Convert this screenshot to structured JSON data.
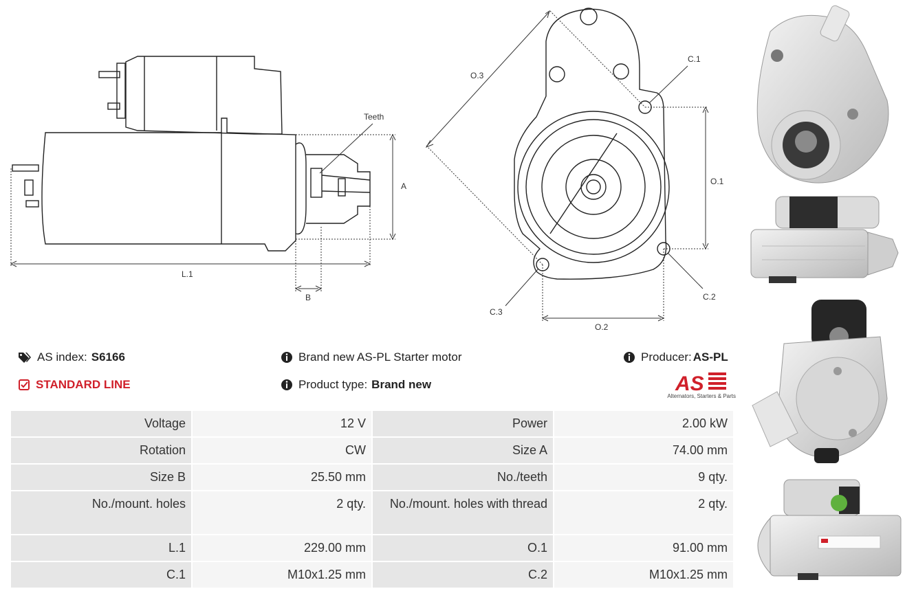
{
  "drawing_labels": {
    "teeth": "Teeth",
    "a": "A",
    "l1": "L.1",
    "b": "B",
    "o3": "O.3",
    "c1": "C.1",
    "o1": "O.1",
    "c2": "C.2",
    "c3": "C.3",
    "o2": "O.2"
  },
  "info": {
    "as_index_label": "AS index:",
    "as_index_value": "S6166",
    "standard_line": "STANDARD LINE",
    "description": "Brand new AS-PL Starter motor",
    "product_type_label": "Product type:",
    "product_type_value": "Brand new",
    "producer_label": "Producer:",
    "producer_value": "AS-PL",
    "logo_caption": "Alternators, Starters & Parts"
  },
  "specs": [
    [
      "Voltage",
      "12 V",
      "Power",
      "2.00 kW"
    ],
    [
      "Rotation",
      "CW",
      "Size A",
      "74.00 mm"
    ],
    [
      "Size B",
      "25.50 mm",
      "No./teeth",
      "9 qty."
    ],
    [
      "No./mount. holes",
      "2 qty.",
      "No./mount. holes with thread",
      "2 qty."
    ],
    [
      "L.1",
      "229.00 mm",
      "O.1",
      "91.00 mm"
    ],
    [
      "C.1",
      "M10x1.25 mm",
      "C.2",
      "M10x1.25 mm"
    ]
  ],
  "colors": {
    "accent_red": "#d0202a",
    "cell_label": "#e6e6e6",
    "cell_value": "#f5f5f5"
  },
  "icons": [
    "tags-icon",
    "check-square-icon",
    "info-circle-icon"
  ]
}
